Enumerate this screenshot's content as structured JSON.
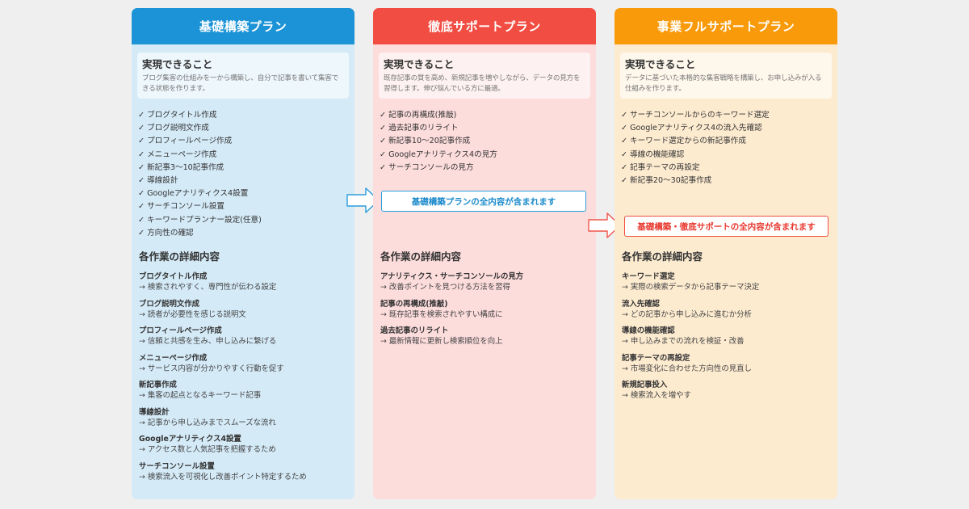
{
  "columns": [
    {
      "title": "基礎構築プラン",
      "achieve_title": "実現できること",
      "achieve_desc": "ブログ集客の仕組みを一から構築し、自分で記事を書いて集客できる状態を作ります。",
      "checklist": [
        "✓ ブログタイトル作成",
        "✓ ブログ説明文作成",
        "✓ プロフィールページ作成",
        "✓ メニューページ作成",
        "✓ 新記事3〜10記事作成",
        "✓ 導線設計",
        "✓ Googleアナリティクス4設置",
        "✓ サーチコンソール設置",
        "✓ キーワードプランナー設定(任意)",
        "✓ 方向性の確認"
      ],
      "detail_title": "各作業の詳細内容",
      "details": [
        {
          "name": "ブログタイトル作成",
          "desc": "→ 検索されやすく、専門性が伝わる設定"
        },
        {
          "name": "ブログ説明文作成",
          "desc": "→ 読者が必要性を感じる説明文"
        },
        {
          "name": "プロフィールページ作成",
          "desc": "→ 信頼と共感を生み、申し込みに繋げる"
        },
        {
          "name": "メニューページ作成",
          "desc": "→ サービス内容が分かりやすく行動を促す"
        },
        {
          "name": "新記事作成",
          "desc": "→ 集客の起点となるキーワード記事"
        },
        {
          "name": "導線設計",
          "desc": "→ 記事から申し込みまでスムーズな流れ"
        },
        {
          "name": "Googleアナリティクス4設置",
          "desc": "→ アクセス数と人気記事を把握するため"
        },
        {
          "name": "サーチコンソール設置",
          "desc": "→ 検索流入を可視化し改善ポイント特定するため"
        }
      ]
    },
    {
      "title": "徹底サポートプラン",
      "achieve_title": "実現できること",
      "achieve_desc": "既存記事の質を高め、新規記事を増やしながら、データの見方を習得します。伸び悩んでいる方に最適。",
      "checklist": [
        "✓ 記事の再構成(推敲)",
        "✓ 過去記事のリライト",
        "✓ 新記事10〜20記事作成",
        "✓ Googleアナリティクス4の見方",
        "✓ サーチコンソールの見方"
      ],
      "badge": "基礎構築プランの全内容が含まれます",
      "detail_title": "各作業の詳細内容",
      "details": [
        {
          "name": "アナリティクス・サーチコンソールの見方",
          "desc": "→ 改善ポイントを見つける方法を習得"
        },
        {
          "name": "記事の再構成(推敲)",
          "desc": "→ 既存記事を検索されやすい構成に"
        },
        {
          "name": "過去記事のリライト",
          "desc": "→ 最新情報に更新し検索順位を向上"
        }
      ]
    },
    {
      "title": "事業フルサポートプラン",
      "achieve_title": "実現できること",
      "achieve_desc": "データに基づいた本格的な集客戦略を構築し、お申し込みが入る仕組みを作ります。",
      "checklist": [
        "✓ サーチコンソールからのキーワード選定",
        "✓ Googleアナリティクス4の流入先確認",
        "✓ キーワード選定からの新記事作成",
        "✓ 導線の機能確認",
        "✓ 記事テーマの再設定",
        "✓ 新記事20〜30記事作成"
      ],
      "badge": "基礎構築・徹底サポートの全内容が含まれます",
      "detail_title": "各作業の詳細内容",
      "details": [
        {
          "name": "キーワード選定",
          "desc": "→ 実際の検索データから記事テーマ決定"
        },
        {
          "name": "流入先確認",
          "desc": "→ どの記事から申し込みに進むか分析"
        },
        {
          "name": "導線の機能確認",
          "desc": "→ 申し込みまでの流れを検証・改善"
        },
        {
          "name": "記事テーマの再設定",
          "desc": "→ 市場変化に合わせた方向性の見直し"
        },
        {
          "name": "新規記事投入",
          "desc": "→ 検索流入を増やす"
        }
      ]
    }
  ],
  "colors": {
    "blue": "#1b93d6",
    "red": "#f24d42",
    "orange": "#f89a0a",
    "blue_bg": "#d4eaf7",
    "red_bg": "#fddcdc",
    "orange_bg": "#fdebd0"
  }
}
